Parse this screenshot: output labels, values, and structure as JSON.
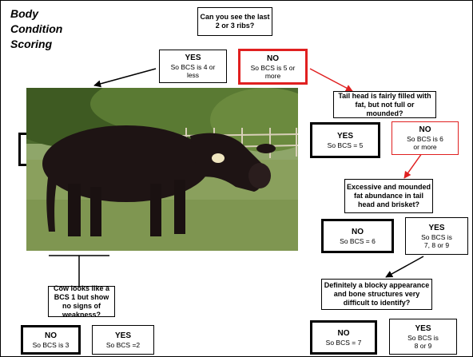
{
  "title": [
    "Body",
    "Condition",
    "Scoring"
  ],
  "root": {
    "question": "Can you see the last 2 or 3 ribs?"
  },
  "yes_top": {
    "label": "YES",
    "text": "So BCS is 4 or less"
  },
  "no_top": {
    "label": "NO",
    "text": "So BCS is 5 or more"
  },
  "q_tail": {
    "question": "Tail head is fairly filled with fat, but not full or mounded?"
  },
  "yes_bcs5": {
    "label": "YES",
    "text": "So BCS = 5"
  },
  "no_bcs6plus": {
    "label": "NO",
    "text": "So BCS is 6 or more"
  },
  "q_excessive": {
    "question": "Excessive and mounded fat abundance in tail head and brisket?"
  },
  "no_bcs6": {
    "label": "NO",
    "text": "So BCS = 6"
  },
  "yes_bcs789": {
    "label": "YES",
    "text": "So BCS is 7, 8 or 9"
  },
  "q_blocky": {
    "question": "Definitely a blocky appearance and bone structures very difficult to identify?"
  },
  "no_bcs7": {
    "label": "NO",
    "text": "So BCS = 7"
  },
  "yes_bcs89": {
    "label": "YES",
    "text": "So BCS is 8 or 9"
  },
  "q_cow": {
    "question": "Cow looks like a BCS 1 but show no signs of weakness?"
  },
  "no_bcs3": {
    "label": "NO",
    "text": "So BCS is 3"
  },
  "yes_bcs2": {
    "label": "YES",
    "text": "So BCS =2"
  },
  "colors": {
    "highlight": "#e02020",
    "border": "#000000"
  },
  "photo": {
    "subject": "black cow standing on grass in a fenced pasture"
  }
}
